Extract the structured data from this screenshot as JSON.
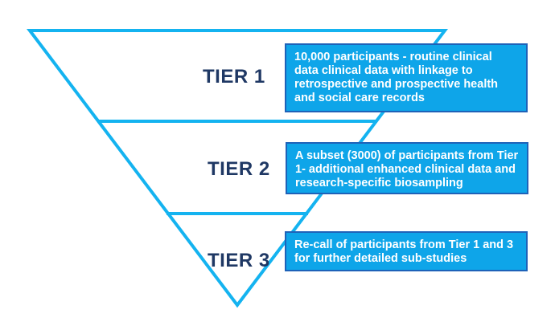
{
  "colors": {
    "outline": "#14b3f0",
    "box_fill": "#0ea5e9",
    "box_border": "#1e62b8",
    "label": "#1f3864"
  },
  "tiers": [
    {
      "label": "TIER 1",
      "description": "10,000 participants - routine clinical data clinical data with linkage to retrospective and prospective health and social care records"
    },
    {
      "label": "TIER 2",
      "description": "A subset (3000) of participants from Tier 1- additional enhanced clinical data and research-specific biosampling"
    },
    {
      "label": "TIER 3",
      "description": "Re-call of participants from Tier 1 and 3 for further detailed sub-studies"
    }
  ]
}
